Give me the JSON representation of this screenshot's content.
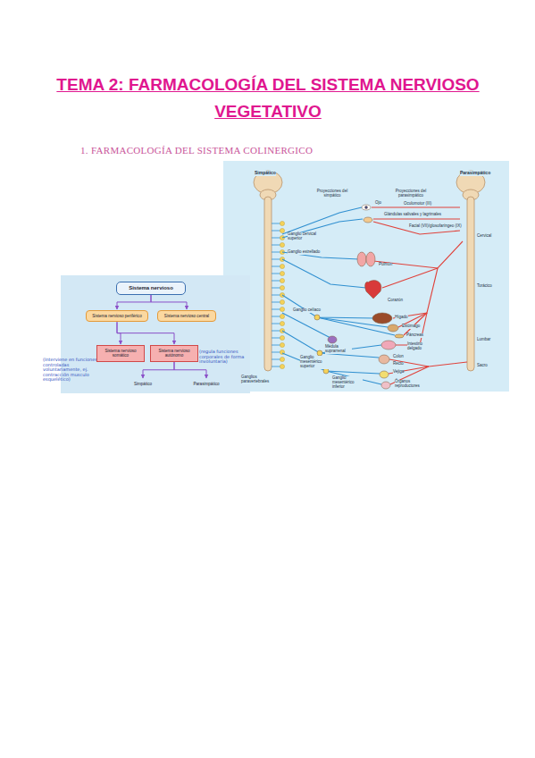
{
  "diagram": {
    "title": "TEMA 2: FARMACOLOGÍA DEL SISTEMA NERVIOSO VEGETATIVO",
    "nodes": [
      {
        "text": [
          "Sistema nervioso"
        ]
      },
      {
        "text": [
          "Sistema nervioso periférico"
        ]
      },
      {
        "text": [
          "Sistema nervioso central"
        ]
      },
      {
        "text": [
          "Sistema nervioso somático"
        ]
      },
      {
        "text": [
          "Sistema nervioso autónomo"
        ]
      },
      {
        "text": [
          "Simpático"
        ]
      },
      {
        "text": [
          "Parasimpático"
        ]
      }
    ],
    "edges": [
      {
        "from": 0,
        "to": 1,
        "arrow": "to"
      },
      {
        "from": 0,
        "to": 2,
        "arrow": "to"
      },
      {
        "from": 1,
        "to": 3,
        "arrow": "to"
      },
      {
        "from": 1,
        "to": 4,
        "arrow": "to"
      },
      {
        "from": 4,
        "to": 5,
        "arrow": "to"
      },
      {
        "from": 4,
        "to": 6,
        "arrow": "to"
      }
    ],
    "labels": [
      "1. FARMACOLOGÍA DEL SISTEMA COLINERGICO",
      "Simpático",
      "Parasimpático",
      "Proyecciones del simpático",
      "Proyecciones del parasimpático",
      "Ojo",
      "Oculomotor (III)",
      "Glándulas salivales y lagrimales",
      "Facial (VII)/glosofaríngeo (IX)",
      "Ganglio cervical superior",
      "Ganglio estrellado",
      "Pulmón",
      "Cervical",
      "Corazón",
      "Torácico",
      "Ganglio celíaco",
      "Hígado",
      "Estómago",
      "Páncreas",
      "Médula suprarrenal",
      "Intestino delgado",
      "Lumbar",
      "Ganglio mesentérico superior",
      "Colon",
      "Recto",
      "Sacro",
      "Vejiga",
      "Ganglios paravertebrales",
      "Ganglio mesentérico inferior",
      "Órganos reproductores",
      "(Interviene en funciones controladas voluntariamente, ej. contracción musculo esquelético)",
      "(regula funciones corporales de forma involuntaria)"
    ]
  }
}
